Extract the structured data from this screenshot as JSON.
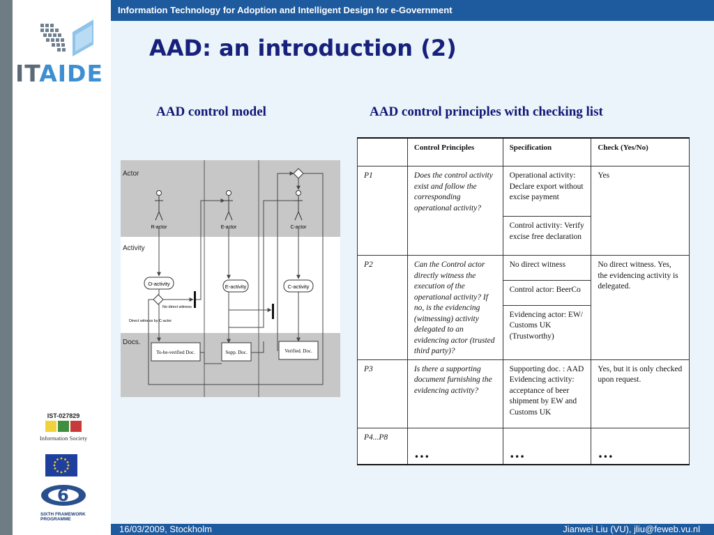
{
  "header": {
    "text": "Information Technology for Adoption and Intelligent Design for e-Government"
  },
  "slide": {
    "title": "AAD: an introduction (2)"
  },
  "left_heading": "AAD control model",
  "right_heading": "AAD control principles with checking list",
  "logos": {
    "itaide_prefix": "IT",
    "itaide_suffix": "AIDE",
    "ist_code": "IST-027829",
    "ist_label": "Information Society",
    "fp_line1": "SIXTH FRAMEWORK",
    "fp_line2": "PROGRAMME"
  },
  "diagram": {
    "lanes": {
      "actor": "Actor",
      "activity": "Activity",
      "docs": "Docs."
    },
    "actors": [
      "R-actor",
      "E-actor",
      "C-actor"
    ],
    "activities": [
      "O-activity",
      "E-activity",
      "C-activity"
    ],
    "docs": [
      "To-be-verified Doc.",
      "Supp. Doc.",
      "Verified. Doc."
    ],
    "labels": {
      "no_direct": "No direct witness",
      "direct": "Direct witness by C-actor"
    }
  },
  "table": {
    "headers": [
      "",
      "Control Principles",
      "Specification",
      "Check (Yes/No)"
    ],
    "rows": [
      {
        "id": "P1",
        "principle": "Does the control activity exist and follow the corresponding operational activity?",
        "specs": [
          "Operational activity: Declare export without  excise payment",
          "Control activity: Verify excise free declaration"
        ],
        "check": "Yes"
      },
      {
        "id": "P2",
        "principle": "Can the Control actor directly witness the execution of the operational activity? If no, is the evidencing (witnessing) activity delegated to an evidencing actor (trusted third party)?",
        "specs": [
          "No direct witness",
          "Control actor: BeerCo",
          "Evidencing actor: EW/ Customs UK (Trustworthy)"
        ],
        "check": "No direct witness. Yes, the evidencing activity is delegated."
      },
      {
        "id": "P3",
        "principle": "Is there a supporting document furnishing the evidencing activity?",
        "specs": [
          "Supporting doc. : AAD Evidencing activity: acceptance of beer shipment by EW and Customs UK"
        ],
        "check": "Yes, but it is only checked upon request."
      },
      {
        "id": "P4...P8",
        "principle": "…",
        "specs": [
          "…"
        ],
        "check": "…"
      }
    ]
  },
  "footer": {
    "left": "16/03/2009, Stockholm",
    "right": "Jianwei Liu (VU), jliu@feweb.vu.nl"
  }
}
